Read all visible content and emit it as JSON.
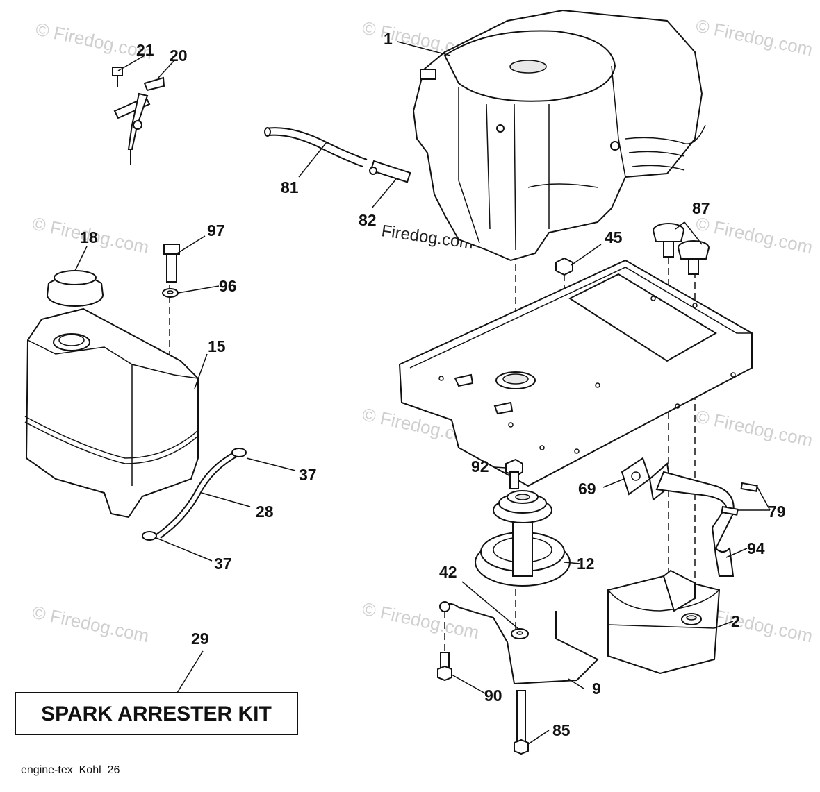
{
  "diagram": {
    "kit_label": "SPARK ARRESTER KIT",
    "caption": "engine-tex_Kohl_26",
    "watermark": "© Firedog.com",
    "watermark_main": "Firedog.com",
    "callouts": {
      "c1": "1",
      "c2": "2",
      "c9": "9",
      "c12": "12",
      "c15": "15",
      "c18": "18",
      "c20": "20",
      "c21": "21",
      "c28": "28",
      "c29": "29",
      "c37a": "37",
      "c37b": "37",
      "c42": "42",
      "c45": "45",
      "c69": "69",
      "c79": "79",
      "c81": "81",
      "c82": "82",
      "c85": "85",
      "c87": "87",
      "c90": "90",
      "c92": "92",
      "c94": "94",
      "c96": "96",
      "c97": "97"
    }
  }
}
